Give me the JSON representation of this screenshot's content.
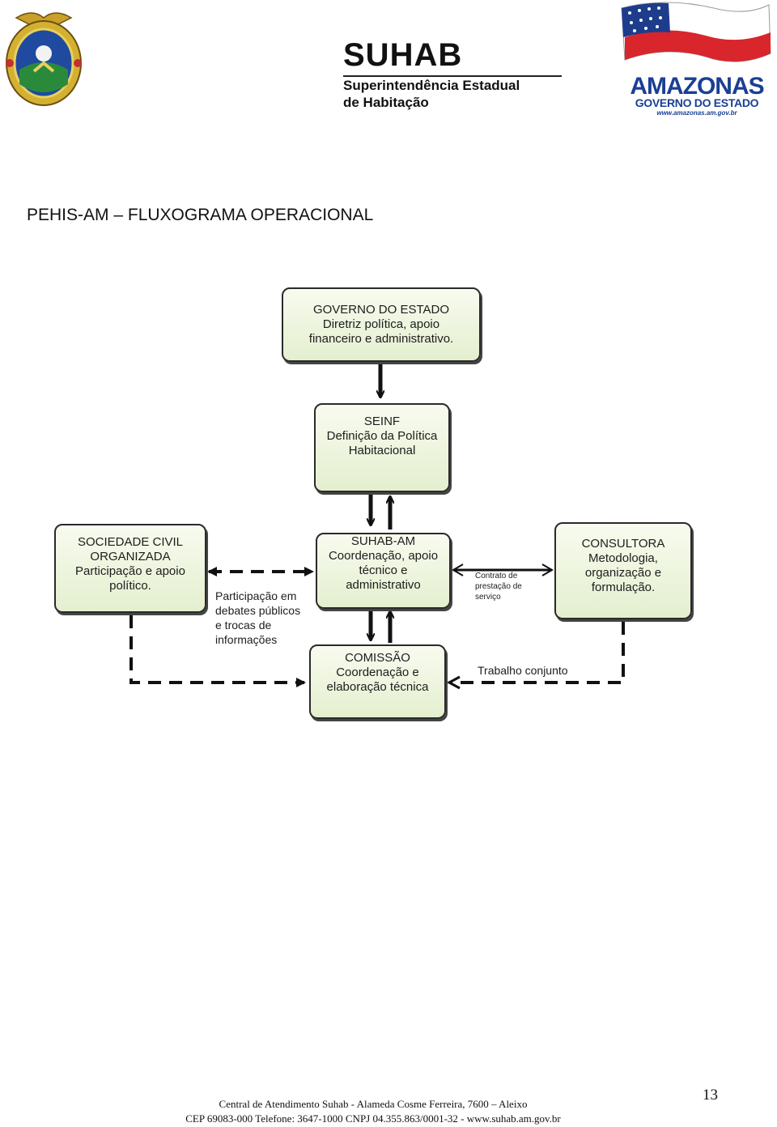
{
  "header": {
    "suhab_title": "SUHAB",
    "suhab_subtitle_1": "Superintendência Estadual",
    "suhab_subtitle_2": "de Habitação",
    "amazonas_title": "AMAZONAS",
    "amazonas_subtitle": "GOVERNO DO ESTADO",
    "amazonas_url": "www.amazonas.am.gov.br"
  },
  "page_title": "PEHIS-AM – FLUXOGRAMA OPERACIONAL",
  "nodes": {
    "governo": [
      "GOVERNO DO ESTADO",
      "Diretriz política, apoio",
      "financeiro e administrativo."
    ],
    "seinf": [
      "SEINF",
      "Definição da Política",
      "Habitacional"
    ],
    "sociedade": [
      "SOCIEDADE CIVIL",
      "ORGANIZADA",
      "Participação e apoio",
      "político."
    ],
    "suhab": [
      "SUHAB-AM",
      "Coordenação, apoio",
      "técnico e",
      "administrativo"
    ],
    "consultora": [
      "CONSULTORA",
      "Metodologia,",
      "organização e",
      "formulação."
    ],
    "comissao": [
      "COMISSÃO",
      "Coordenação e",
      "elaboração técnica"
    ]
  },
  "edge_labels": {
    "participacao": [
      "Participação em",
      "debates públicos",
      "e trocas de",
      "informações"
    ],
    "contrato": [
      "Contrato de",
      "prestação de",
      "serviço"
    ],
    "trabalho": "Trabalho conjunto"
  },
  "footer": {
    "page_number": "13",
    "line1": "Central de Atendimento Suhab - Alameda Cosme Ferreira, 7600 – Aleixo",
    "line2": "CEP 69083-000  Telefone: 3647-1000  CNPJ 04.355.863/0001-32  -  www.suhab.am.gov.br"
  },
  "colors": {
    "box_top": "#f8fbef",
    "box_bottom": "#e4efcf",
    "flag_red": "#d8262c",
    "flag_blue": "#1e3c8c",
    "amazonas_blue": "#1a3f94"
  }
}
